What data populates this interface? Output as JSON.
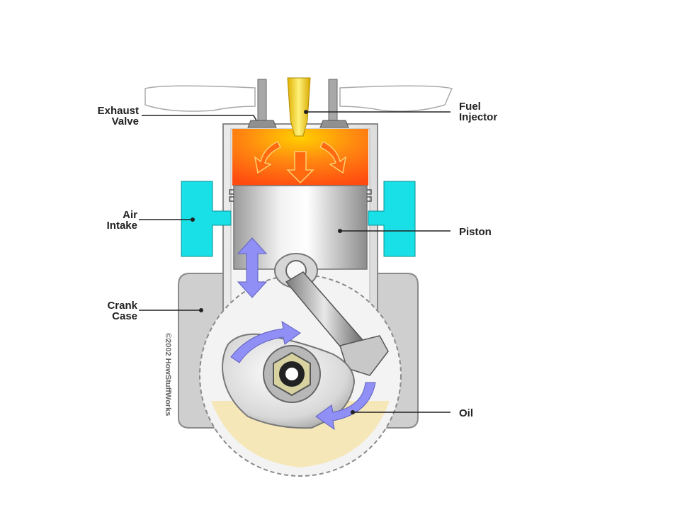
{
  "labels": {
    "exhaust_valve": [
      "Exhaust",
      "Valve"
    ],
    "fuel_injector": [
      "Fuel",
      "Injector"
    ],
    "air_intake": [
      "Air",
      "Intake"
    ],
    "piston": "Piston",
    "crank_case": [
      "Crank",
      "Case"
    ],
    "oil": "Oil"
  },
  "copyright": "©2002 HowStuffWorks",
  "colors": {
    "air_port": "#19e0e6",
    "combustion_hot": "#ff5a10",
    "combustion_warm": "#ffb000",
    "flow_arrow": "#8f8ff5",
    "oil": "#f6e7b9",
    "case_fill": "#cfcfcf",
    "injector": "#f4d000"
  }
}
